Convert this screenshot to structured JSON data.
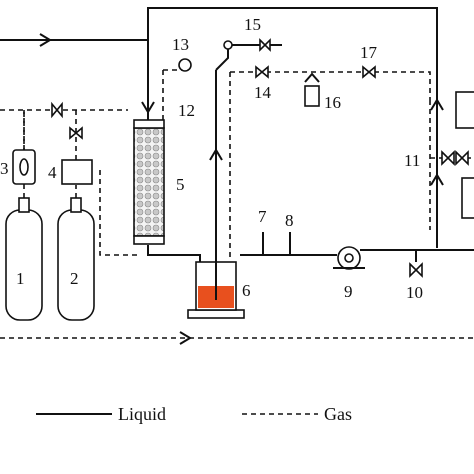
{
  "labels": {
    "l1": "1",
    "l2": "2",
    "l3": "3",
    "l4": "4",
    "l5": "5",
    "l6": "6",
    "l7": "7",
    "l8": "8",
    "l9": "9",
    "l10": "10",
    "l11": "11",
    "l12": "12",
    "l13": "13",
    "l14": "14",
    "l15": "15",
    "l16": "16",
    "l17": "17"
  },
  "legend": {
    "liquid": "Liquid",
    "gas": "Gas"
  },
  "colors": {
    "line": "#111111",
    "liquid_fill": "#e8501e",
    "packing": "#bfbfbf"
  }
}
